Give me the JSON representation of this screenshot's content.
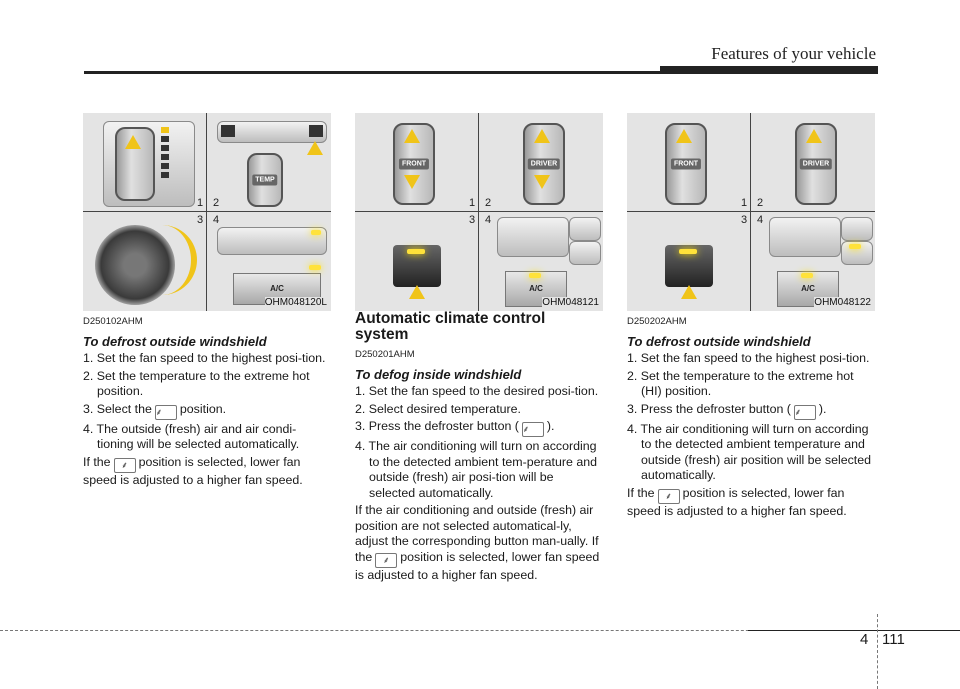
{
  "header": {
    "title": "Features of your vehicle"
  },
  "figures": [
    {
      "code": "OHM048120L",
      "labels": [
        "1",
        "2",
        "3",
        "4"
      ],
      "ac_label": "A/C",
      "temp_label": "TEMP"
    },
    {
      "code": "OHM048121",
      "labels": [
        "1",
        "2",
        "3",
        "4"
      ],
      "front_label": "FRONT",
      "driver_label": "DRIVER",
      "ac_label": "A/C"
    },
    {
      "code": "OHM048122",
      "labels": [
        "1",
        "2",
        "3",
        "4"
      ],
      "front_label": "FRONT",
      "driver_label": "DRIVER",
      "ac_label": "A/C"
    }
  ],
  "col1": {
    "code": "D250102AHM",
    "subhead": "To defrost outside windshield",
    "steps": [
      "1. Set the fan speed to the highest posi-tion.",
      "2. Set the temperature to the extreme hot position.",
      "3. Select the",
      "position.",
      "4. The outside (fresh) air and air condi-tioning will be selected automatically."
    ],
    "para_a": "If the",
    "para_b": "position is selected, lower fan speed is adjusted to a higher fan speed."
  },
  "col2": {
    "section_title": "Automatic climate control system",
    "code": "D250201AHM",
    "subhead": "To defog inside windshield",
    "steps": [
      "1. Set the fan speed to the desired posi-tion.",
      "2. Select desired temperature.",
      "3. Press the defroster button (",
      ").",
      "4. The air conditioning will turn on according to the detected ambient tem-perature and outside (fresh) air posi-tion will be selected automatically."
    ],
    "para_a": "If the air conditioning and outside (fresh) air position are not selected automatical-ly, adjust the corresponding button man-ually. If the",
    "para_b": "position is selected, lower fan speed is adjusted to a higher fan speed."
  },
  "col3": {
    "code": "D250202AHM",
    "subhead": "To defrost outside windshield",
    "steps": [
      "1. Set the fan speed to the highest posi-tion.",
      "2. Set the temperature to the extreme hot (HI) position.",
      "3. Press the defroster button (",
      ").",
      "4. The air conditioning will turn on according to the detected ambient temperature and outside (fresh) air position will be selected automatically."
    ],
    "para_a": "If the",
    "para_b": "position is selected, lower fan speed is adjusted to a higher fan speed."
  },
  "footer": {
    "chapter": "4",
    "page": "111"
  }
}
